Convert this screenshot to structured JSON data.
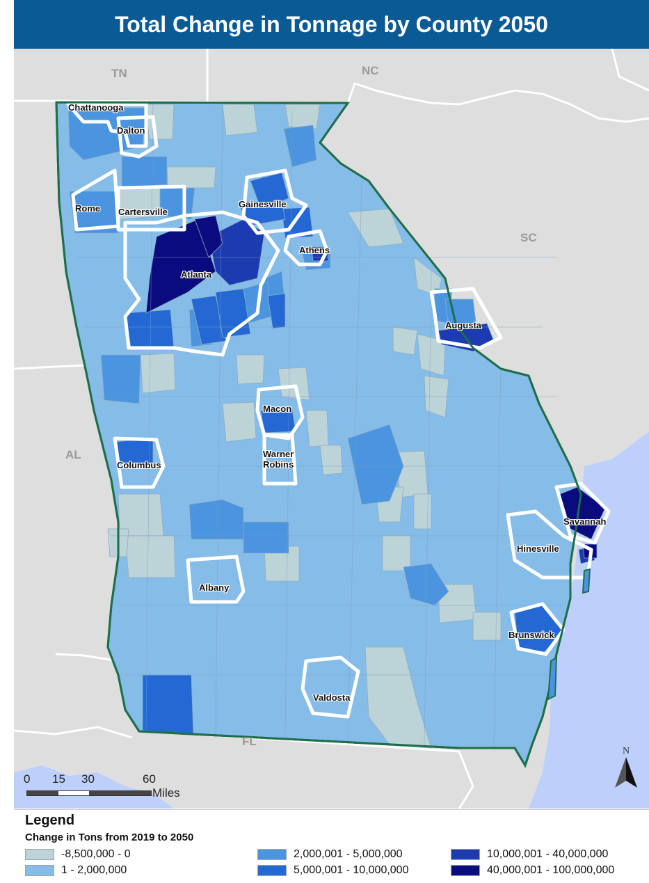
{
  "title": "Total Change in Tonnage by County 2050",
  "states": {
    "tn": "TN",
    "nc": "NC",
    "sc": "SC",
    "al": "AL",
    "fl": "FL"
  },
  "cities": {
    "chattanooga": "Chattanooga",
    "dalton": "Dalton",
    "rome": "Rome",
    "cartersville": "Cartersville",
    "gainesville": "Gainesville",
    "athens": "Athens",
    "atlanta": "Atlanta",
    "augusta": "Augusta",
    "macon": "Macon",
    "warner_robins_line1": "Warner",
    "warner_robins_line2": "Robins",
    "columbus": "Columbus",
    "savannah": "Savannah",
    "hinesville": "Hinesville",
    "albany": "Albany",
    "brunswick": "Brunswick",
    "valdosta": "Valdosta"
  },
  "scale_bar": {
    "ticks": [
      "0",
      "15",
      "30",
      "60"
    ],
    "units": "Miles"
  },
  "north_arrow": {
    "label": "N",
    "icon": "north-arrow-icon"
  },
  "legend": {
    "title": "Legend",
    "subtitle": "Change in Tons from 2019 to 2050",
    "classes": [
      {
        "label": "-8,500,000 - 0",
        "color": "#bcd3d8"
      },
      {
        "label": "1 - 2,000,000",
        "color": "#86bce8"
      },
      {
        "label": "2,000,001 - 5,000,000",
        "color": "#4a94e0"
      },
      {
        "label": "5,000,001 - 10,000,000",
        "color": "#2468d4"
      },
      {
        "label": "10,000,001 - 40,000,000",
        "color": "#1c3bb0"
      },
      {
        "label": "40,000,001 - 100,000,000",
        "color": "#0b0b80"
      }
    ]
  },
  "colors": {
    "title_bar": "#0a5a96",
    "background_land": "#dedede",
    "water": "#bcd0fb",
    "state_outline": "#1e6e4a",
    "urban_boundary": "#ffffff"
  }
}
